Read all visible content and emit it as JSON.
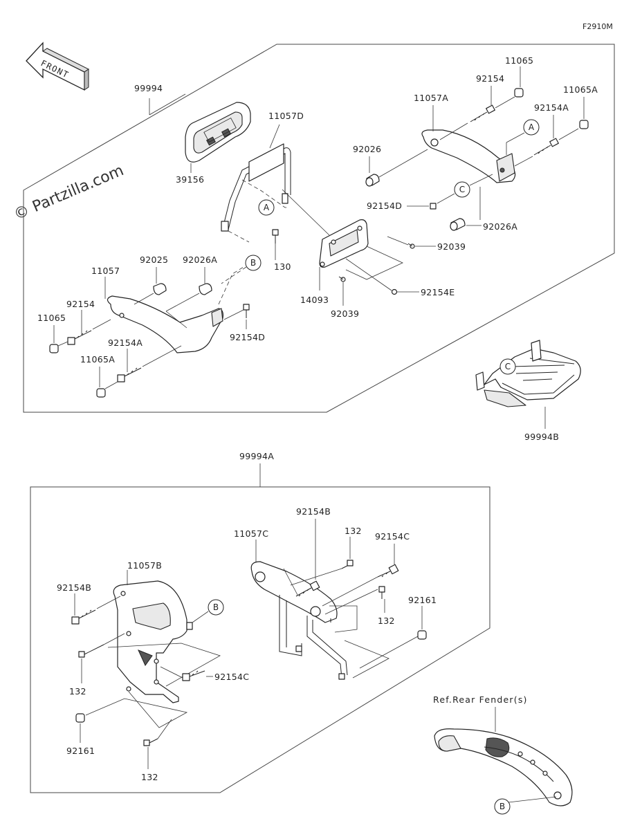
{
  "figure_code": "F2910M",
  "front_arrow": {
    "label": "FRONT",
    "icon": "front-arrow-icon"
  },
  "watermark": "© Partzilla.com",
  "upper_group": {
    "assembly": "99994",
    "labels": {
      "p11057D": "11057D",
      "p39156": "39156",
      "p11065": "11065",
      "p92154": "92154",
      "p11057A": "11057A",
      "p11065A_r": "11065A",
      "p92154A_r": "92154A",
      "p92026": "92026",
      "p92154D_r": "92154D",
      "p92026A_r": "92026A",
      "p92039_a": "92039",
      "p92154E": "92154E",
      "p14093": "14093",
      "p92039_b": "92039",
      "p130": "130",
      "p11057": "11057",
      "p92025": "92025",
      "p92026A_l": "92026A",
      "p92154_l": "92154",
      "p11065_l": "11065",
      "p92154A_l": "92154A",
      "p11065A_l": "11065A",
      "p92154D_l": "92154D"
    },
    "callouts": {
      "A1": "A",
      "A2": "A",
      "B1": "B",
      "C1": "C"
    }
  },
  "carrier": {
    "assembly": "99994B",
    "callout": "C"
  },
  "lower_group": {
    "assembly": "99994A",
    "labels": {
      "p92154B_t": "92154B",
      "p11057C": "11057C",
      "p132_t": "132",
      "p92154C_t": "92154C",
      "p11057B": "11057B",
      "p92154B_l": "92154B",
      "p132_m": "132",
      "p92161_r": "92161",
      "p132_l": "132",
      "p92154C_m": "92154C",
      "p92161_l": "92161",
      "p132_b": "132"
    },
    "callout_B": "B"
  },
  "fender": {
    "label": "Ref.Rear Fender(s)",
    "callout": "B"
  }
}
